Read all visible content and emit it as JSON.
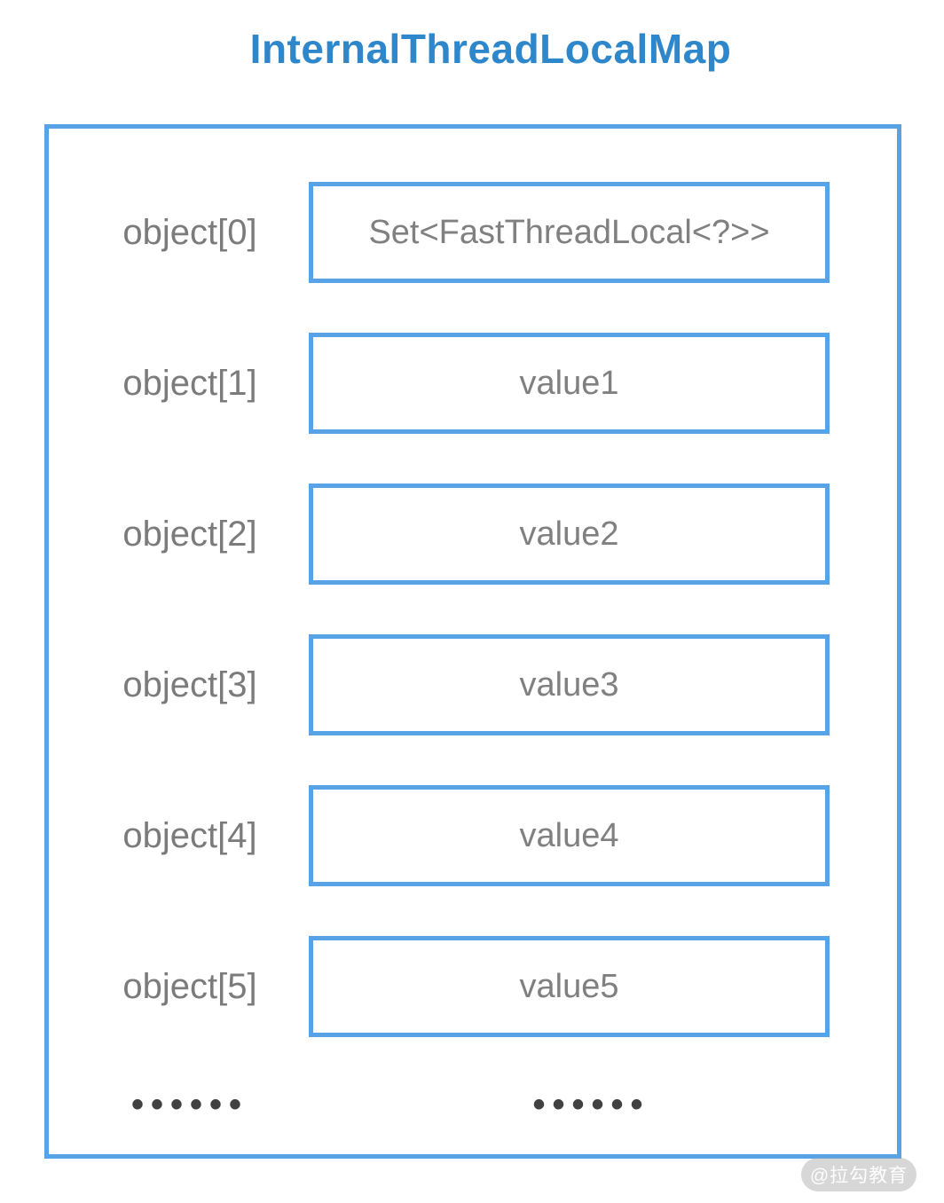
{
  "title": "InternalThreadLocalMap",
  "colors": {
    "title_blue": "#2e87ca",
    "border_blue": "#58a3e6",
    "label_gray": "#7b7b7b",
    "value_gray": "#808080",
    "dots_gray": "#414141"
  },
  "map": {
    "rows": [
      {
        "label": "object[0]",
        "value": "Set<FastThreadLocal<?>>"
      },
      {
        "label": "object[1]",
        "value": "value1"
      },
      {
        "label": "object[2]",
        "value": "value2"
      },
      {
        "label": "object[3]",
        "value": "value3"
      },
      {
        "label": "object[4]",
        "value": "value4"
      },
      {
        "label": "object[5]",
        "value": "value5"
      }
    ],
    "ellipsis_left": "••••••",
    "ellipsis_right": "••••••"
  },
  "watermark": "@拉勾教育"
}
